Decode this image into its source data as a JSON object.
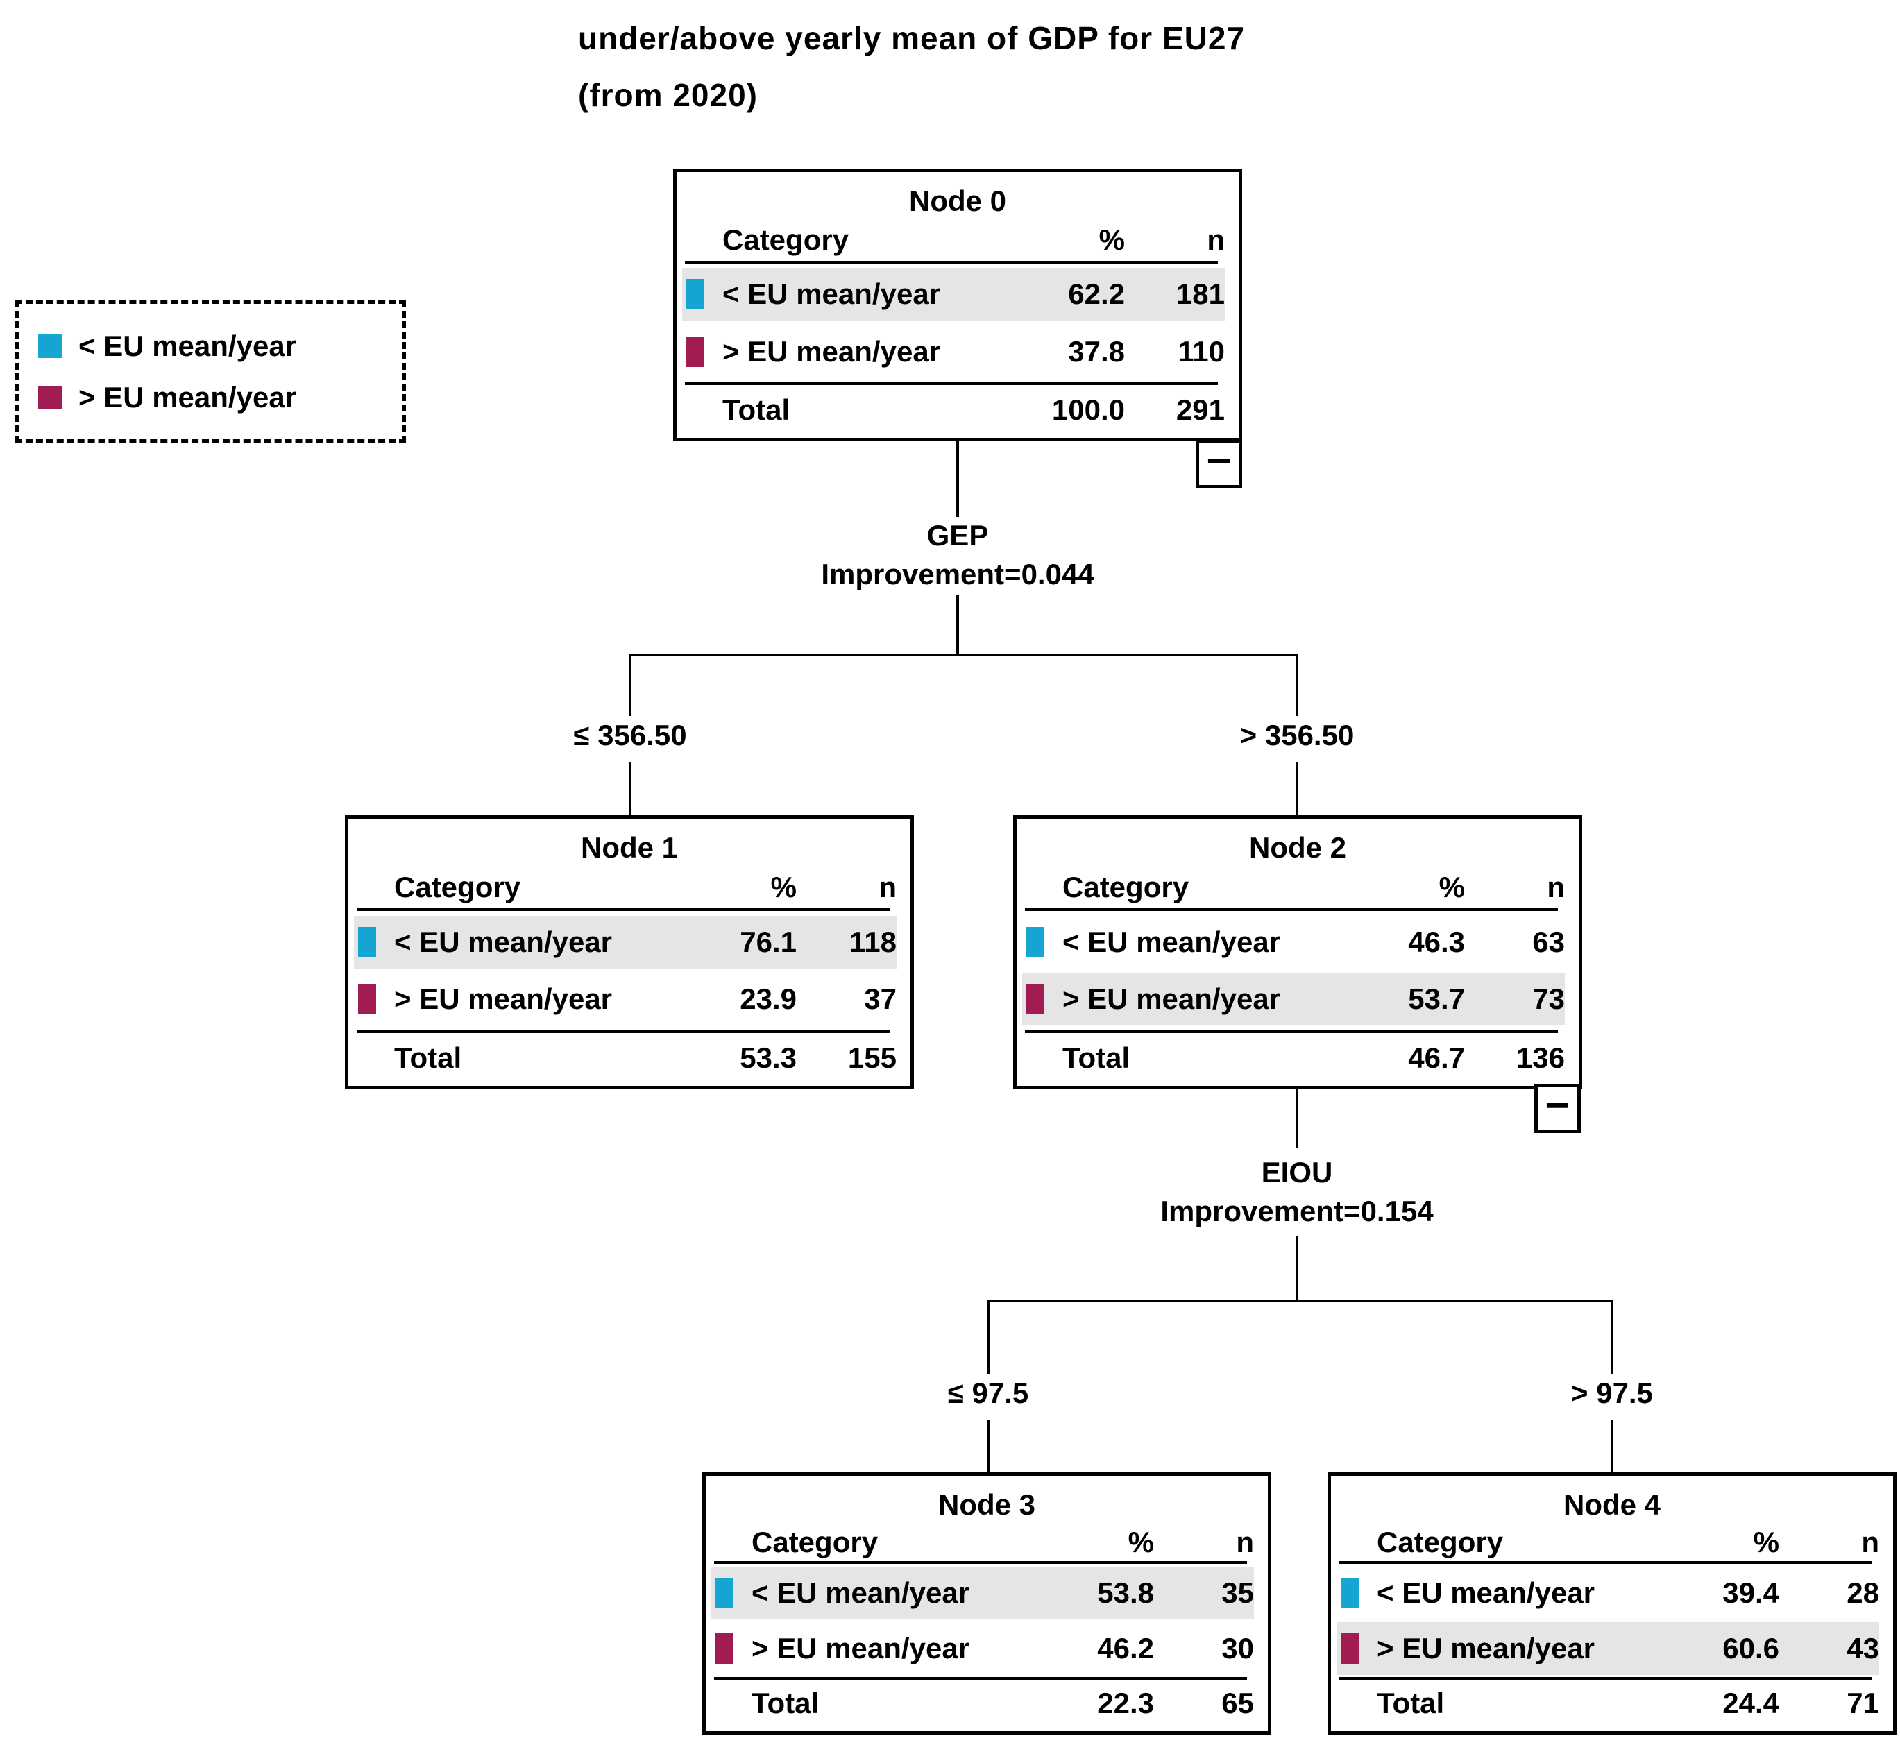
{
  "title": {
    "line1": "under/above yearly mean of GDP for EU27",
    "line2": "(from 2020)"
  },
  "legend": {
    "items": [
      {
        "label": "< EU mean/year",
        "color_key": "below"
      },
      {
        "label": "> EU mean/year",
        "color_key": "above"
      }
    ]
  },
  "colors": {
    "below": "#14A5D2",
    "above": "#A01C52",
    "highlight": "#E5E5E5",
    "line": "#000000"
  },
  "columns": {
    "category": "Category",
    "pct": "%",
    "n": "n",
    "total": "Total"
  },
  "splits": [
    {
      "variable": "GEP",
      "improvement": "Improvement=0.044",
      "left_label": "≤ 356.50",
      "right_label": "> 356.50"
    },
    {
      "variable": "EIOU",
      "improvement": "Improvement=0.154",
      "left_label": "≤ 97.5",
      "right_label": "> 97.5"
    }
  ],
  "nodes": [
    {
      "title": "Node 0",
      "rows": [
        {
          "label": "< EU mean/year",
          "pct": "62.2",
          "n": "181",
          "highlighted": true
        },
        {
          "label": "> EU mean/year",
          "pct": "37.8",
          "n": "110",
          "highlighted": false
        }
      ],
      "total_pct": "100.0",
      "total_n": "291",
      "collapsible": true
    },
    {
      "title": "Node 1",
      "rows": [
        {
          "label": "< EU mean/year",
          "pct": "76.1",
          "n": "118",
          "highlighted": true
        },
        {
          "label": "> EU mean/year",
          "pct": "23.9",
          "n": "37",
          "highlighted": false
        }
      ],
      "total_pct": "53.3",
      "total_n": "155",
      "collapsible": false
    },
    {
      "title": "Node 2",
      "rows": [
        {
          "label": "< EU mean/year",
          "pct": "46.3",
          "n": "63",
          "highlighted": false
        },
        {
          "label": "> EU mean/year",
          "pct": "53.7",
          "n": "73",
          "highlighted": true
        }
      ],
      "total_pct": "46.7",
      "total_n": "136",
      "collapsible": true
    },
    {
      "title": "Node 3",
      "rows": [
        {
          "label": "< EU mean/year",
          "pct": "53.8",
          "n": "35",
          "highlighted": true
        },
        {
          "label": "> EU mean/year",
          "pct": "46.2",
          "n": "30",
          "highlighted": false
        }
      ],
      "total_pct": "22.3",
      "total_n": "65",
      "collapsible": false
    },
    {
      "title": "Node 4",
      "rows": [
        {
          "label": "< EU mean/year",
          "pct": "39.4",
          "n": "28",
          "highlighted": false
        },
        {
          "label": "> EU mean/year",
          "pct": "60.6",
          "n": "43",
          "highlighted": true
        }
      ],
      "total_pct": "24.4",
      "total_n": "71",
      "collapsible": false
    }
  ],
  "collapse_glyph": "−"
}
